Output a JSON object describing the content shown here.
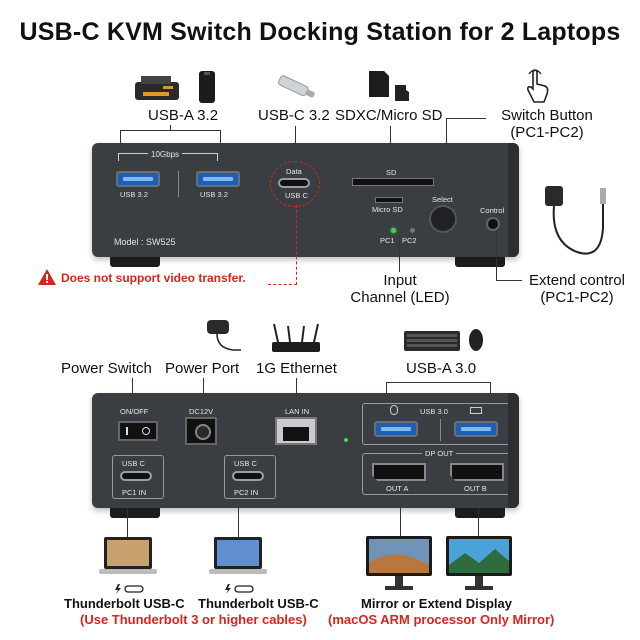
{
  "title": "USB-C KVM Switch Docking Station for 2 Laptops",
  "top_unit": {
    "labels": {
      "usb_a": "USB-A 3.2",
      "usb_c": "USB-C 3.2",
      "sd": "SDXC/Micro SD",
      "switch_button": "Switch Button",
      "switch_button_sub": "(PC1-PC2)",
      "input_channel": "Input",
      "input_channel_sub": "Channel (LED)",
      "extend_control": "Extend control",
      "extend_control_sub": "(PC1-PC2)",
      "warning": "Does not support video transfer."
    },
    "panel": {
      "speed": "10Gbps",
      "port1": "USB 3.2",
      "port2": "USB 3.2",
      "data": "Data",
      "usb_c": "USB C",
      "sd": "SD",
      "micro_sd": "Micro SD",
      "select": "Select",
      "control": "Control",
      "pc1": "PC1",
      "pc2": "PC2",
      "model": "Model : SW525"
    }
  },
  "bottom_unit": {
    "labels": {
      "power_switch": "Power Switch",
      "power_port": "Power Port",
      "ethernet": "1G Ethernet",
      "usb_a": "USB-A 3.0",
      "tb1": "Thunderbolt USB-C",
      "tb2": "Thunderbolt USB-C",
      "tb_note": "(Use Thunderbolt 3 or higher cables)",
      "display": "Mirror or Extend Display",
      "display_note": "(macOS ARM processor Only Mirror)"
    },
    "panel": {
      "on_off": "ON/OFF",
      "dc": "DC12V",
      "lan": "LAN IN",
      "usb30": "USB 3.0",
      "dp_out": "DP OUT",
      "out_a": "OUT A",
      "out_b": "OUT B",
      "usbc1": "USB C",
      "pc1_in": "PC1 IN",
      "usbc2": "USB C",
      "pc2_in": "PC2 IN"
    }
  }
}
